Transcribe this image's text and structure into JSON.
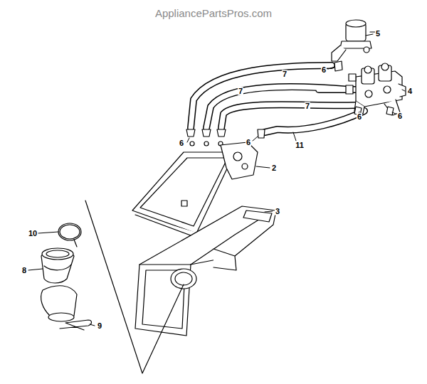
{
  "diagram": {
    "labels": [
      "AppliancePartsPros.com",
      "5",
      "6",
      "7",
      "4",
      "7",
      "7",
      "6",
      "6",
      "6",
      "6",
      "11",
      "2",
      "3",
      "10",
      "8",
      "9"
    ]
  }
}
